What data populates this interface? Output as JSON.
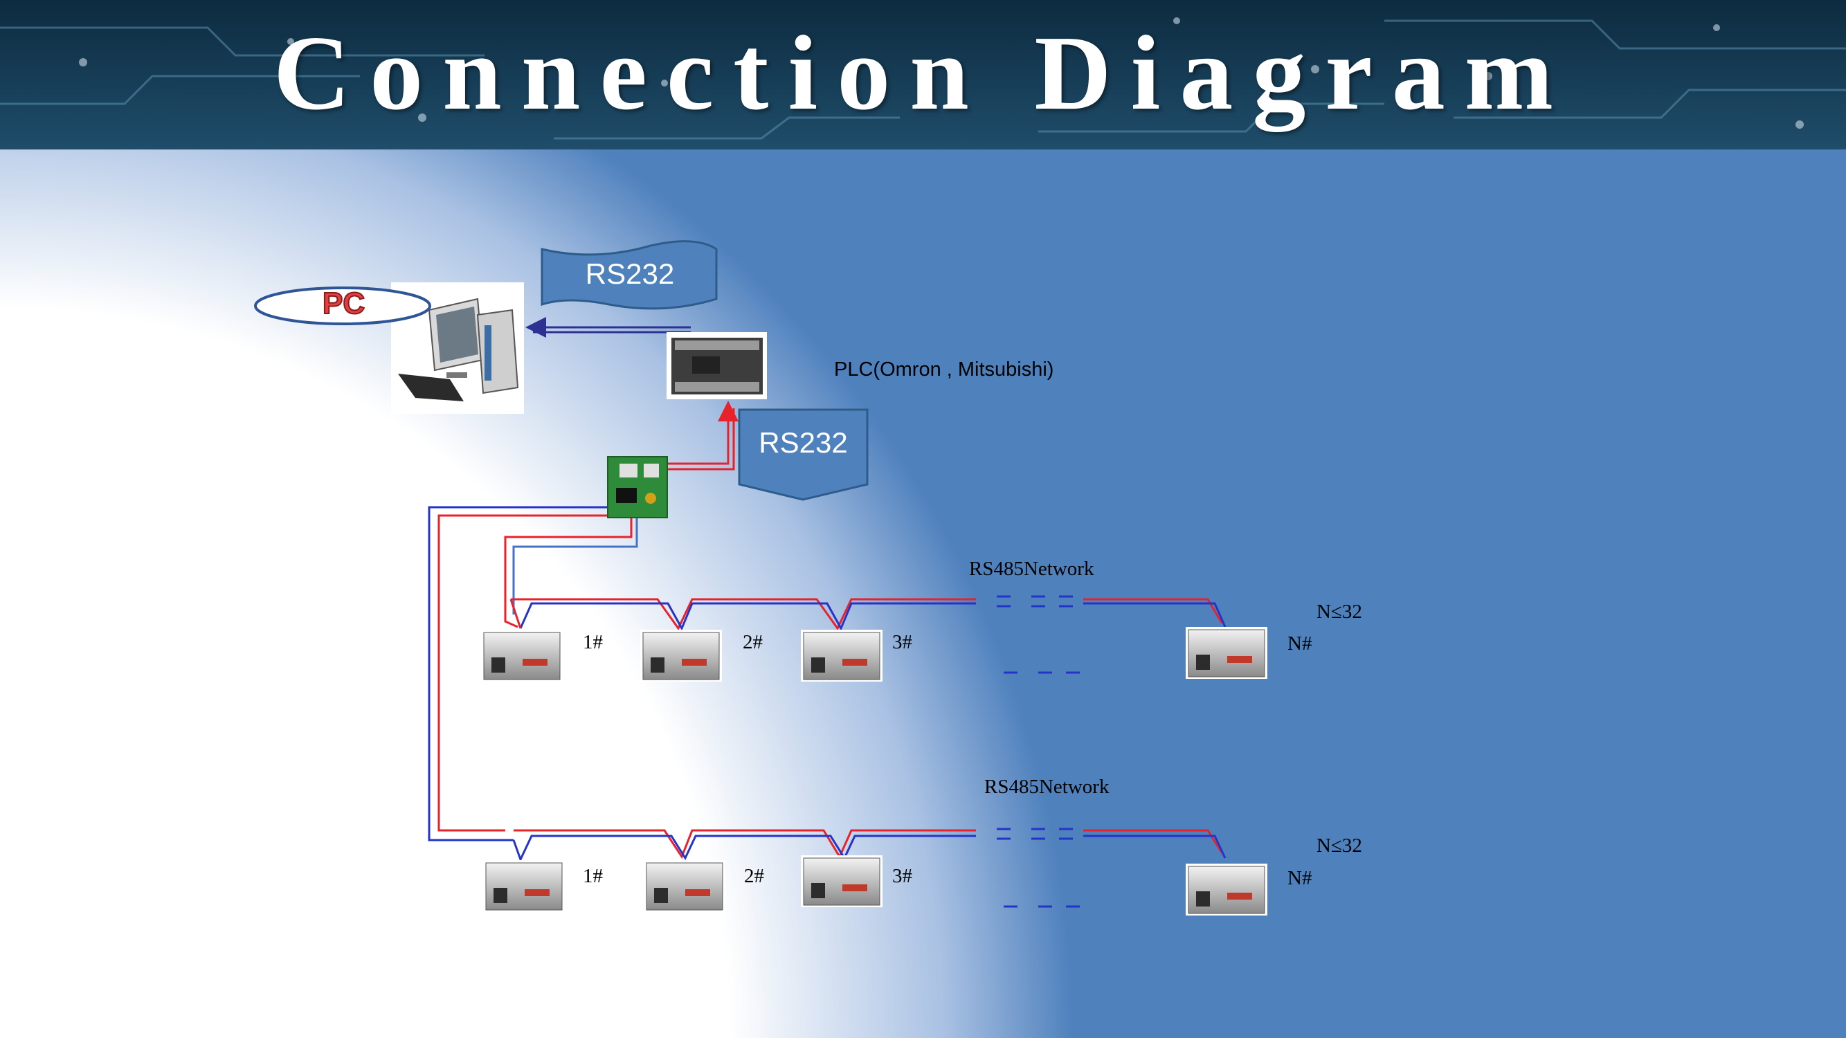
{
  "title": "Connection Diagram",
  "pc_label": "PC",
  "rs232_top": "RS232",
  "rs232_bottom": "RS232",
  "plc_label": "PLC(Omron , Mitsubishi)",
  "row1": {
    "network_label": "RS485Network",
    "limit_label": "N≤32",
    "devices": [
      "1#",
      "2#",
      "3#",
      "N#"
    ]
  },
  "row2": {
    "network_label": "RS485Network",
    "limit_label": "N≤32",
    "devices": [
      "1#",
      "2#",
      "3#",
      "N#"
    ]
  },
  "colors": {
    "header_dark": "#0c2d45",
    "background_blue": "#4f81bd",
    "banner_blue": "#4f81bd",
    "banner_border": "#2e5c8a",
    "wire_red": "#e8222a",
    "wire_blue": "#2433c8",
    "arrow_navy": "#2e3192"
  }
}
